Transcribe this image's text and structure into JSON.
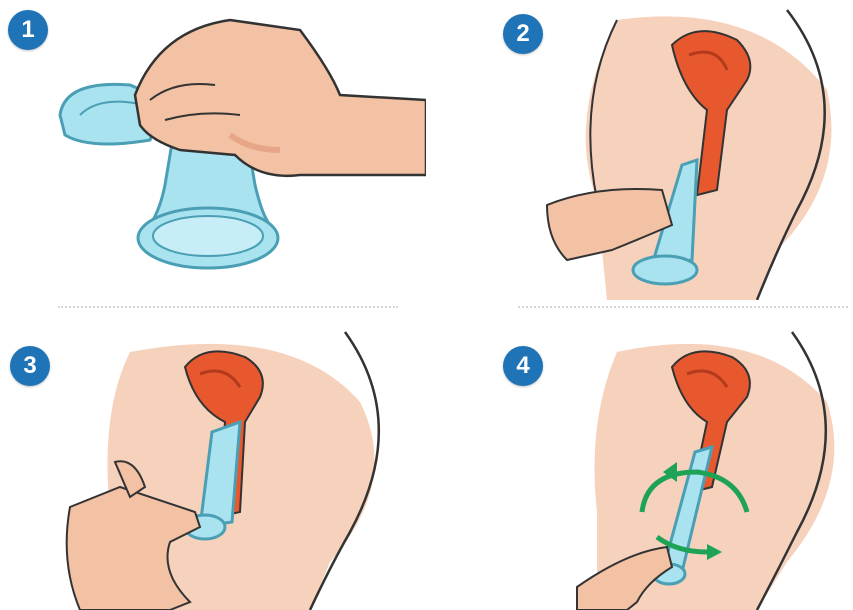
{
  "steps": [
    {
      "number": "1",
      "icon": "squeeze-inner-ring-icon"
    },
    {
      "number": "2",
      "icon": "insert-condom-icon"
    },
    {
      "number": "3",
      "icon": "push-inner-ring-icon"
    },
    {
      "number": "4",
      "icon": "adjust-outer-ring-icon"
    }
  ],
  "colors": {
    "badge": "#1f73b7",
    "skin": "#f3c1a3",
    "skin_shade": "#e8a688",
    "uterus": "#e8582f",
    "condom": "#a9e3ef",
    "condom_outline": "#4a9fb5",
    "arrow": "#1ea356"
  }
}
